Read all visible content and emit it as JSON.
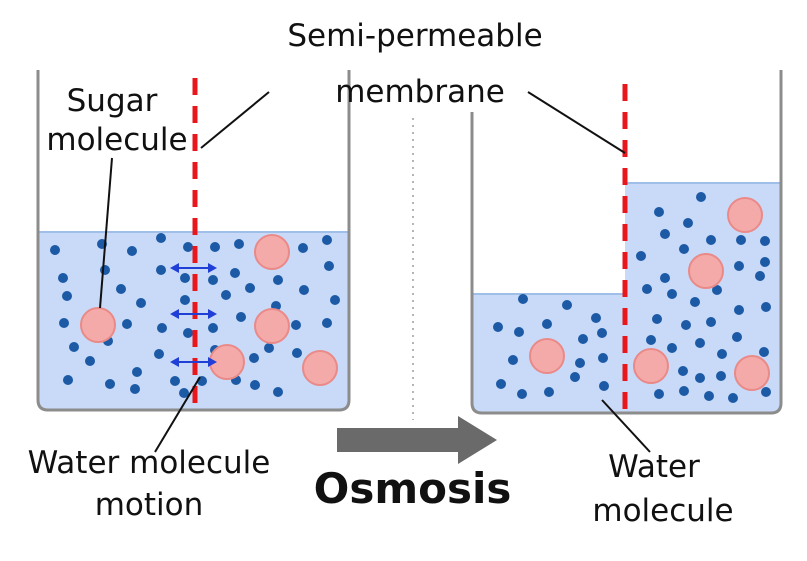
{
  "labels": {
    "membrane_line1": "Semi-permeable",
    "membrane_line2": "membrane",
    "sugar_line1": "Sugar",
    "sugar_line2": "molecule",
    "motion_line1": "Water molecule",
    "motion_line2": "motion",
    "title": "Osmosis",
    "water_line1": "Water",
    "water_line2": "molecule"
  },
  "colors": {
    "solution": "#c9daf8",
    "solution_edge": "#9fbfe8",
    "beaker": "#8c8c8c",
    "membrane": "#e8171c",
    "water_molecule": "#1c5aa6",
    "sugar_fill": "#f4aaa9",
    "sugar_edge": "#e98a88",
    "motion_arrow": "#1f3fd6",
    "process_arrow": "#6a6a6a",
    "divider": "#b5b5b5",
    "leader_line": "#111111"
  },
  "icons": {
    "process_arrow": "right-arrow-icon",
    "motion_arrow": "double-headed-arrow-icon"
  }
}
